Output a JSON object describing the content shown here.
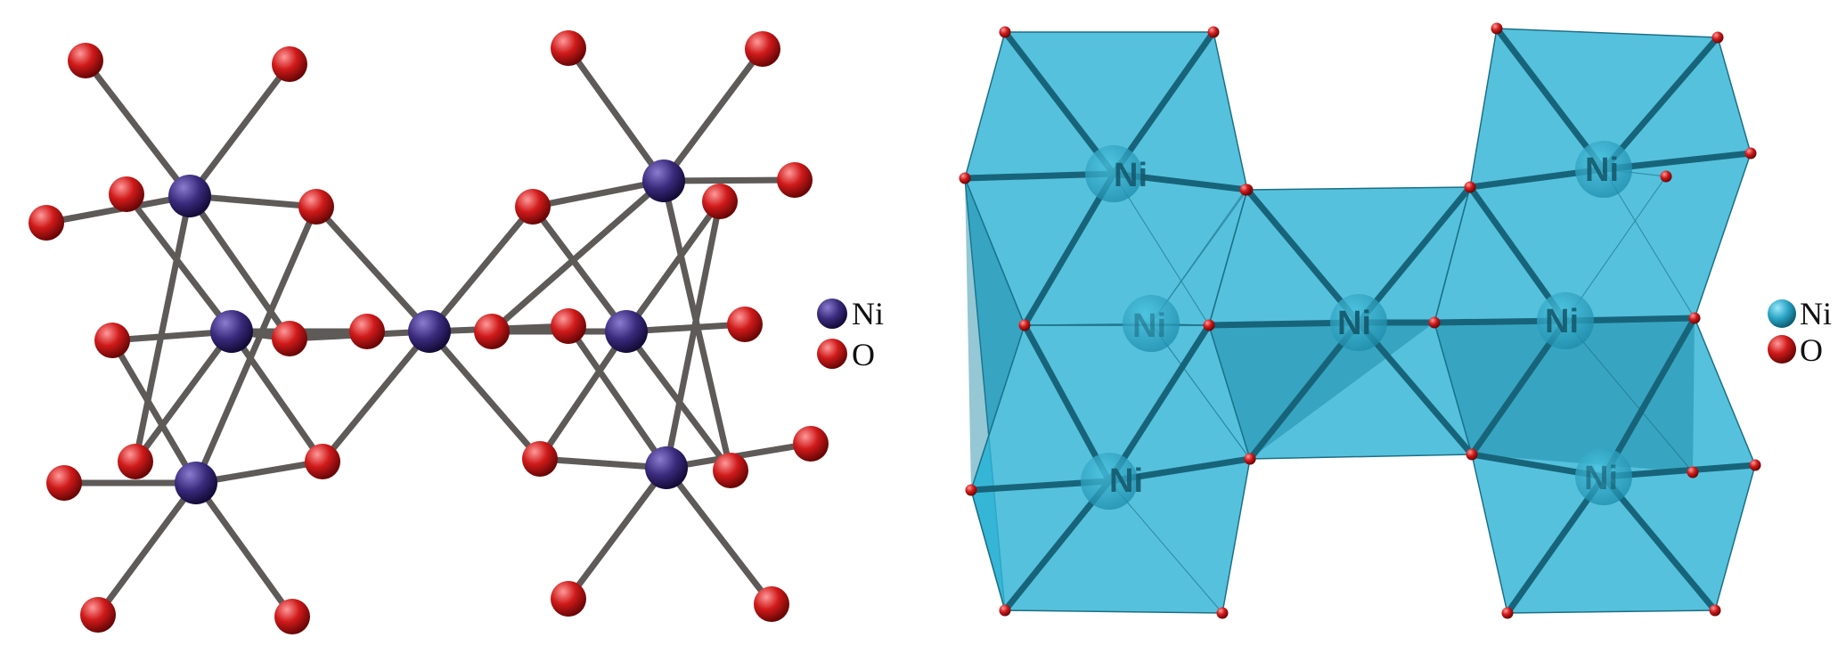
{
  "colors": {
    "ni_left": "#3a2a7c",
    "o_red": "#d01a1a",
    "bond_grey": "#5d5a58",
    "poly_fill": "#2fb3d6",
    "poly_edge": "#1d6f86",
    "ni_right": "#2aa3c4",
    "ni_label": "#155a6e"
  },
  "left_panel": {
    "legend": [
      {
        "symbol": "Ni",
        "label": "Ni",
        "color": "#3a2a7c"
      },
      {
        "symbol": "O",
        "label": "O",
        "color": "#d01a1a"
      }
    ]
  },
  "right_panel": {
    "ni_labels": [
      "Ni",
      "Ni",
      "Ni",
      "Ni",
      "Ni",
      "Ni",
      "Ni"
    ],
    "legend": [
      {
        "symbol": "Ni",
        "label": "Ni",
        "color": "#2aa3c4"
      },
      {
        "symbol": "O",
        "label": "O",
        "color": "#d01a1a"
      }
    ]
  }
}
